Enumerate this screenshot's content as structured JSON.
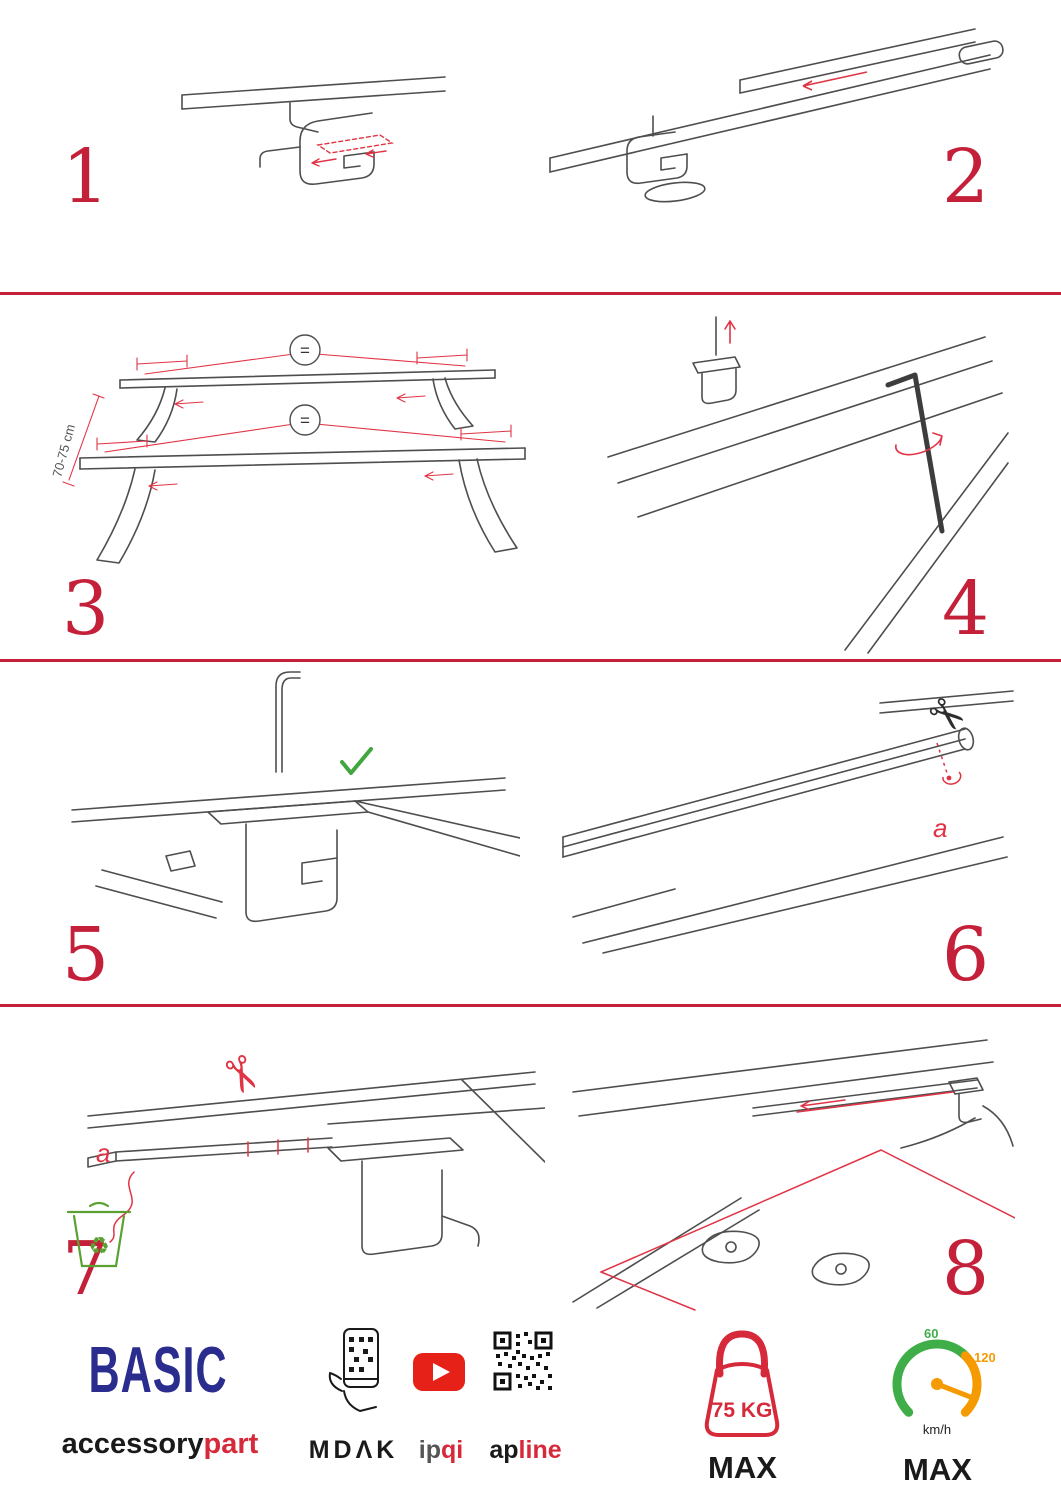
{
  "steps": [
    {
      "num": "1"
    },
    {
      "num": "2"
    },
    {
      "num": "3"
    },
    {
      "num": "4"
    },
    {
      "num": "5"
    },
    {
      "num": "6"
    },
    {
      "num": "7"
    },
    {
      "num": "8"
    }
  ],
  "labels": {
    "equal": "=",
    "measure": "70-75 cm",
    "a6": "a",
    "a7": "a"
  },
  "icons": {
    "scissors": "✂",
    "recycle": "♻"
  },
  "footer": {
    "brand": "BASIC",
    "brand_sub_left": "accessory",
    "brand_sub_right": "part",
    "mdak": "MDΛK",
    "ipqi_left": "ip",
    "ipqi_right": "qi",
    "apline_left": "ap",
    "apline_right": "line",
    "weight_value": "75 KG",
    "weight_max": "MAX",
    "speed_60": "60",
    "speed_120": "120",
    "speed_unit": "km/h",
    "speed_max": "MAX"
  },
  "colors": {
    "accent": "#c5203a",
    "draw_red": "#e03445",
    "stroke": "#4e4e4e",
    "green": "#4aa63c",
    "blue": "#2b2d8e",
    "orange": "#f59a00"
  }
}
